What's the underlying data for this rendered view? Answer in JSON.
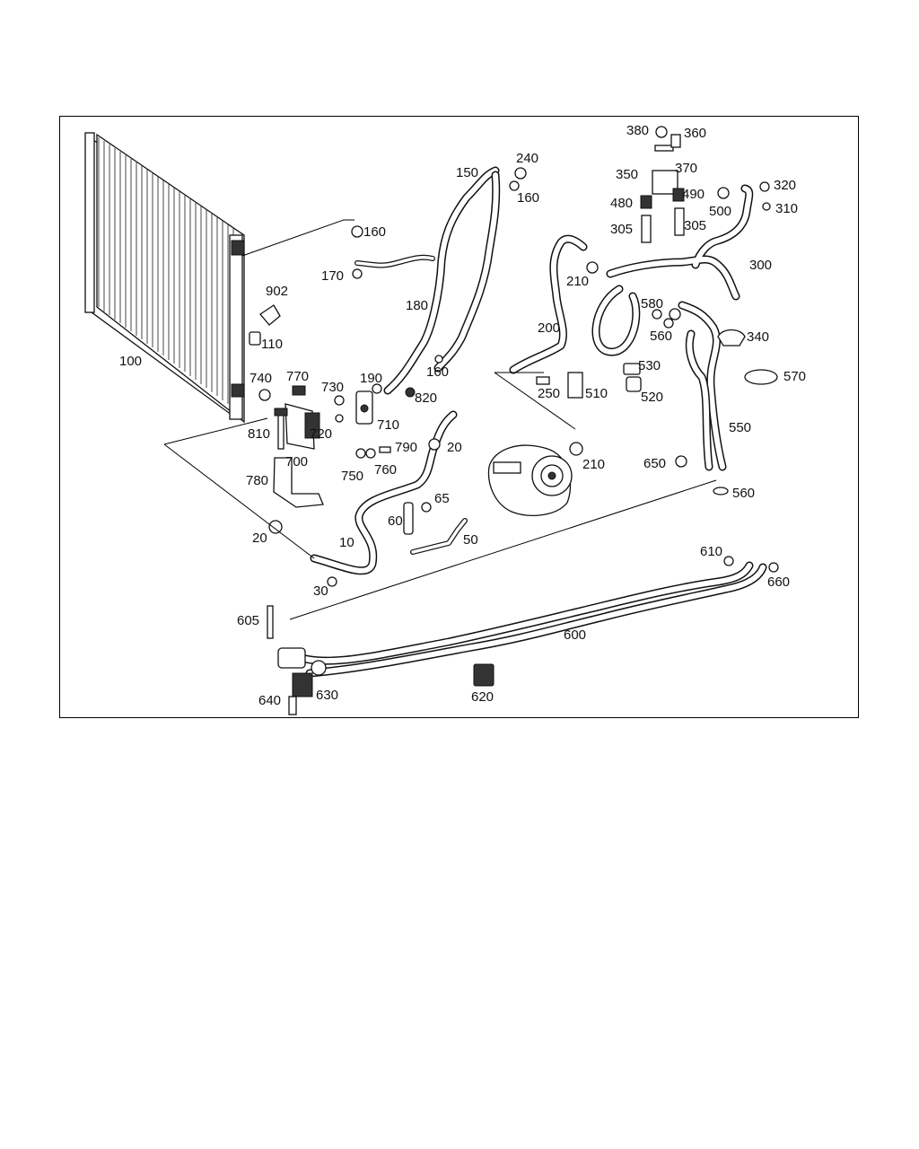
{
  "labels": {
    "l10": "10",
    "l20a": "20",
    "l20b": "20",
    "l30": "30",
    "l50": "50",
    "l60": "60",
    "l65": "65",
    "l100": "100",
    "l110": "110",
    "l150": "150",
    "l160a": "160",
    "l160b": "160",
    "l160c": "160",
    "l170": "170",
    "l180": "180",
    "l190": "190",
    "l200": "200",
    "l210a": "210",
    "l210b": "210",
    "l240": "240",
    "l250": "250",
    "l300": "300",
    "l305a": "305",
    "l305b": "305",
    "l310": "310",
    "l320": "320",
    "l340": "340",
    "l350": "350",
    "l360": "360",
    "l370": "370",
    "l380": "380",
    "l480": "480",
    "l490": "490",
    "l500": "500",
    "l510": "510",
    "l520": "520",
    "l530": "530",
    "l550": "550",
    "l560a": "560",
    "l560b": "560",
    "l570": "570",
    "l580": "580",
    "l600": "600",
    "l605": "605",
    "l610": "610",
    "l620": "620",
    "l630": "630",
    "l640": "640",
    "l650": "650",
    "l660": "660",
    "l700": "700",
    "l710": "710",
    "l720": "720",
    "l730": "730",
    "l740": "740",
    "l750": "750",
    "l760": "760",
    "l770": "770",
    "l780": "780",
    "l790": "790",
    "l810": "810",
    "l820": "820",
    "l902": "902"
  }
}
